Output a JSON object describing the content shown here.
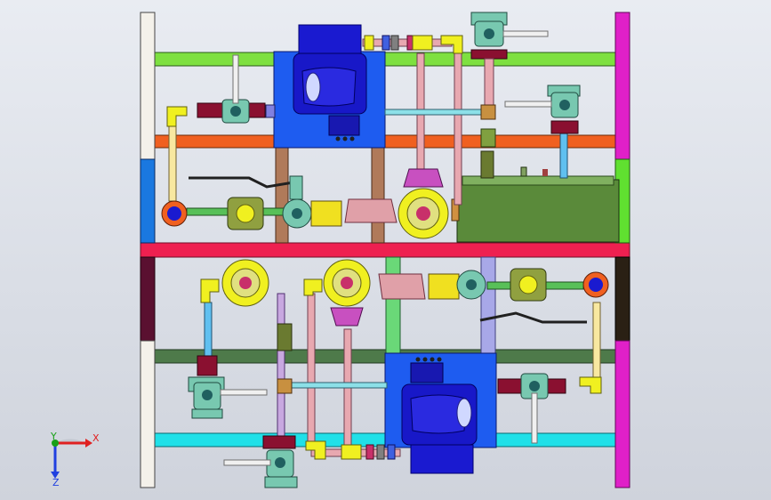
{
  "view": {
    "background_top": "#e9ecf2",
    "background_bottom": "#cfd3dc"
  },
  "triad": {
    "x_label": "X",
    "y_label": "Y",
    "z_label": "Z",
    "x_color": "#e02020",
    "y_color": "#18a018",
    "z_color": "#2040e0"
  },
  "colors": {
    "frame_white": "#f4f1ea",
    "frame_magenta": "#e020c8",
    "frame_blue": "#1a78e0",
    "frame_maroon": "#5a1030",
    "frame_green": "#60e030",
    "frame_black": "#2a2014",
    "beam_green": "#7ee040",
    "beam_orange": "#f06020",
    "beam_red": "#ee2050",
    "beam_darkgreen": "#4e7a4a",
    "beam_cyan": "#20e0e8",
    "motor_blue": "#1a1ad0",
    "motor_bg": "#1e5cf0",
    "tank": "#5a8a3a",
    "pipe_pink": "#e8a8b0",
    "pipe_cyan": "#8ce0e8",
    "yellow": "#f0f020",
    "valve_teal": "#78c8b0",
    "flange_pink": "#c8306a"
  }
}
